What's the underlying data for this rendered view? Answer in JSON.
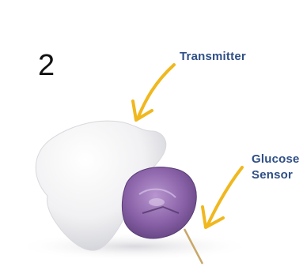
{
  "step_number": "2",
  "labels": {
    "transmitter": "Transmitter",
    "glucose_sensor_line1": "Glucose",
    "glucose_sensor_line2": "Sensor"
  },
  "colors": {
    "label_text": "#2f4f86",
    "arrow": "#f0b81f",
    "transmitter_body": "#f4f4f5",
    "sensor_housing": "#8a62a8",
    "filament": "#c9a76a"
  }
}
